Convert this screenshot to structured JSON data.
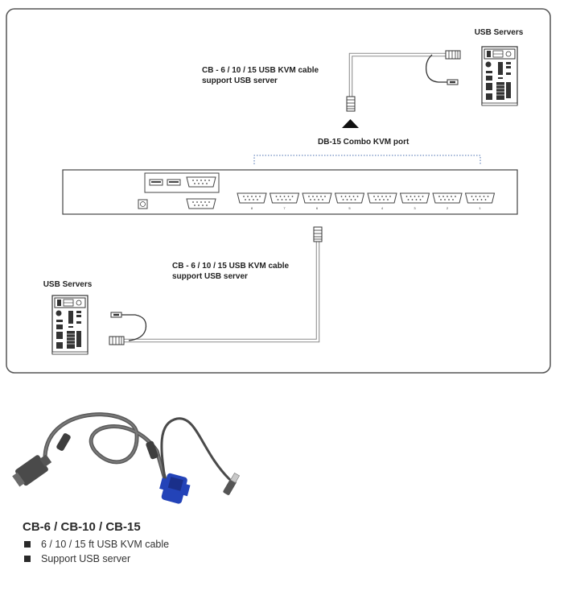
{
  "top_server": {
    "title": "USB Servers"
  },
  "top_cable": {
    "line1": "CB - 6 / 10 / 15 USB KVM cable",
    "line2": "support USB server"
  },
  "port_label": "DB-15 Combo KVM port",
  "switch_ports": [
    "8",
    "7",
    "6",
    "5",
    "4",
    "3",
    "2",
    "1"
  ],
  "bottom_server": {
    "title": "USB Servers"
  },
  "bottom_cable": {
    "line1": "CB - 6 / 10 / 15 USB KVM cable",
    "line2": "support USB server"
  },
  "product": {
    "title": "CB-6 / CB-10 / CB-15",
    "features": [
      "6 / 10 / 15 ft USB KVM cable",
      "Support USB server"
    ]
  },
  "colors": {
    "frame": "#555555",
    "cable": "#6b6b6b",
    "connector_blue": "#2343b8",
    "dotted": "#4a6fb0"
  }
}
